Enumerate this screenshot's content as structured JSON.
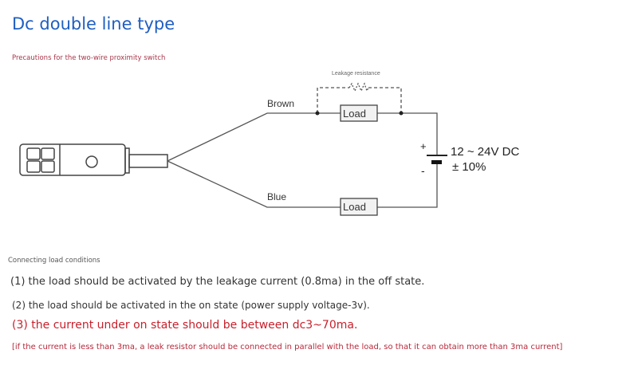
{
  "title": "Dc double line type",
  "subtitle": "Precautions for the two-wire proximity switch",
  "diagram": {
    "leakage_label": "Leakage resistance",
    "brown_label": "Brown",
    "blue_label": "Blue",
    "load_top": "Load",
    "load_bottom": "Load",
    "plus": "+",
    "minus": "-",
    "voltage": "12 ~ 24V DC",
    "tolerance": "± 10%"
  },
  "conditions": {
    "heading": "Connecting load conditions",
    "items": [
      "(1) the load should be activated by the leakage current (0.8ma) in the off state.",
      "(2) the load should be activated in the on state (power supply voltage-3v).",
      "(3) the current under on state should be between dc3~70ma.",
      "[if the current is less than 3ma, a leak resistor should be connected in parallel with the load, so that it can obtain more than 3ma current]"
    ]
  }
}
